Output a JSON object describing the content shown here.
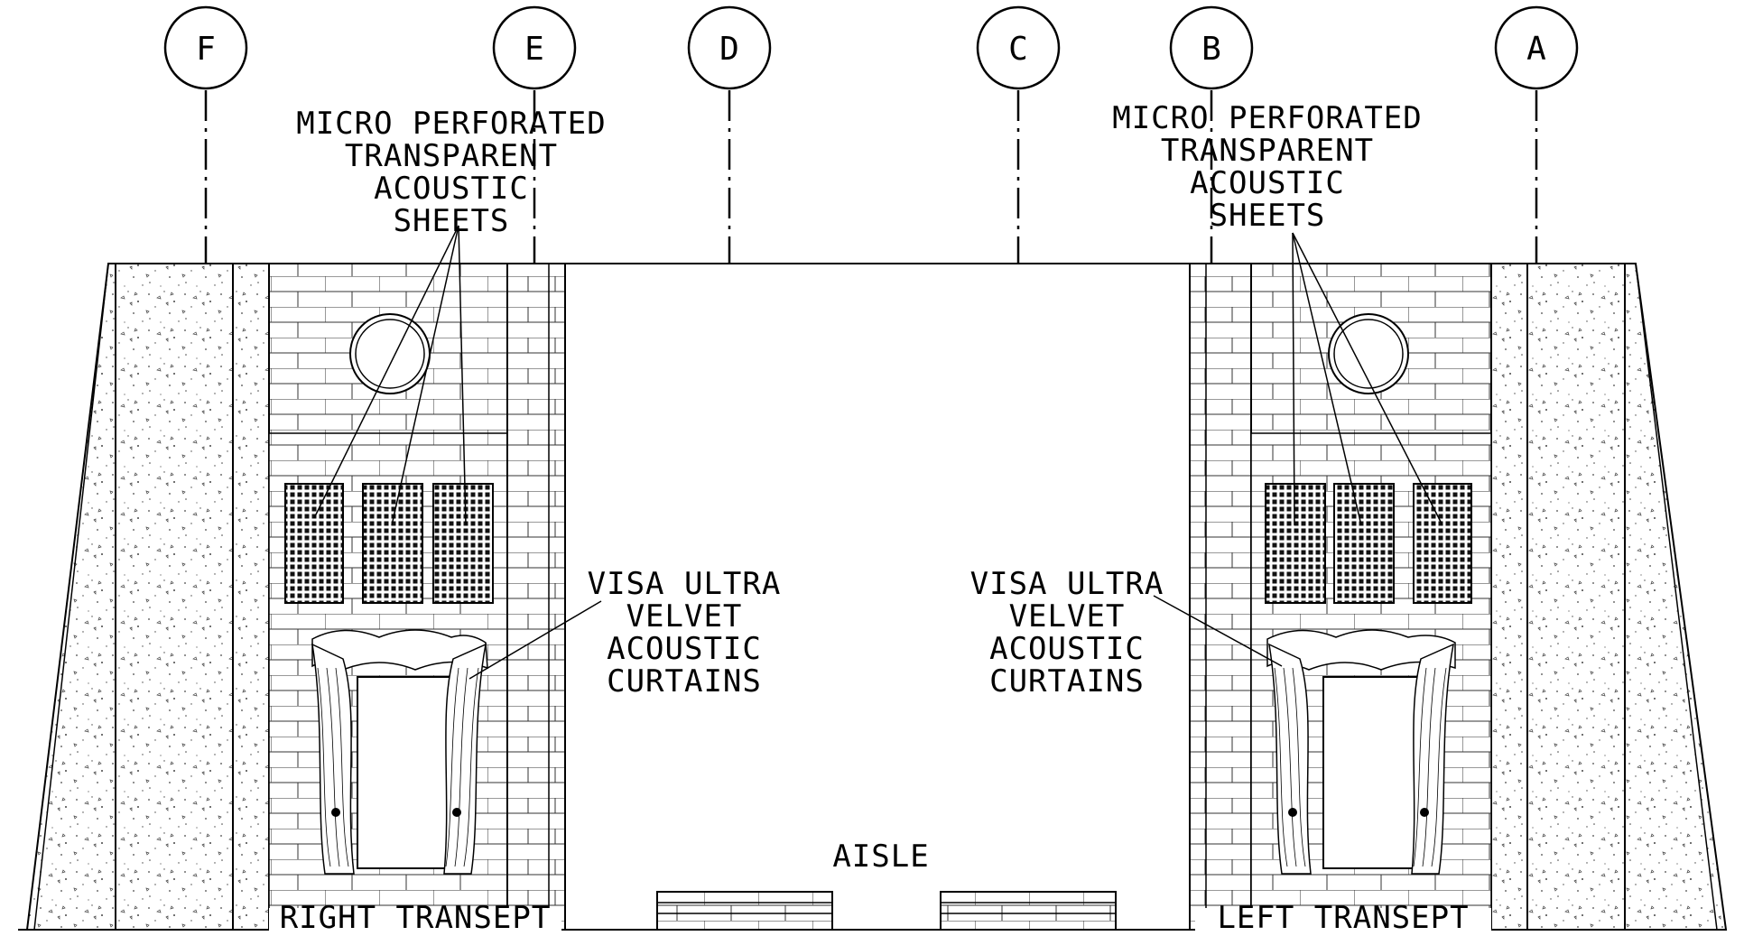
{
  "grid_markers": [
    "F",
    "E",
    "D",
    "C",
    "B",
    "A"
  ],
  "annotations": {
    "left_sheets": [
      "MICRO PERFORATED",
      "TRANSPARENT",
      "ACOUSTIC",
      "SHEETS"
    ],
    "right_sheets": [
      "MICRO PERFORATED",
      "TRANSPARENT",
      "ACOUSTIC",
      "SHEETS"
    ],
    "left_curtains": [
      "VISA ULTRA",
      "VELVET",
      "ACOUSTIC",
      "CURTAINS"
    ],
    "right_curtains": [
      "VISA ULTRA",
      "VELVET",
      "ACOUSTIC",
      "CURTAINS"
    ],
    "aisle": "AISLE",
    "right_transept": "RIGHT TRANSEPT",
    "left_transept": "LEFT TRANSEPT"
  }
}
